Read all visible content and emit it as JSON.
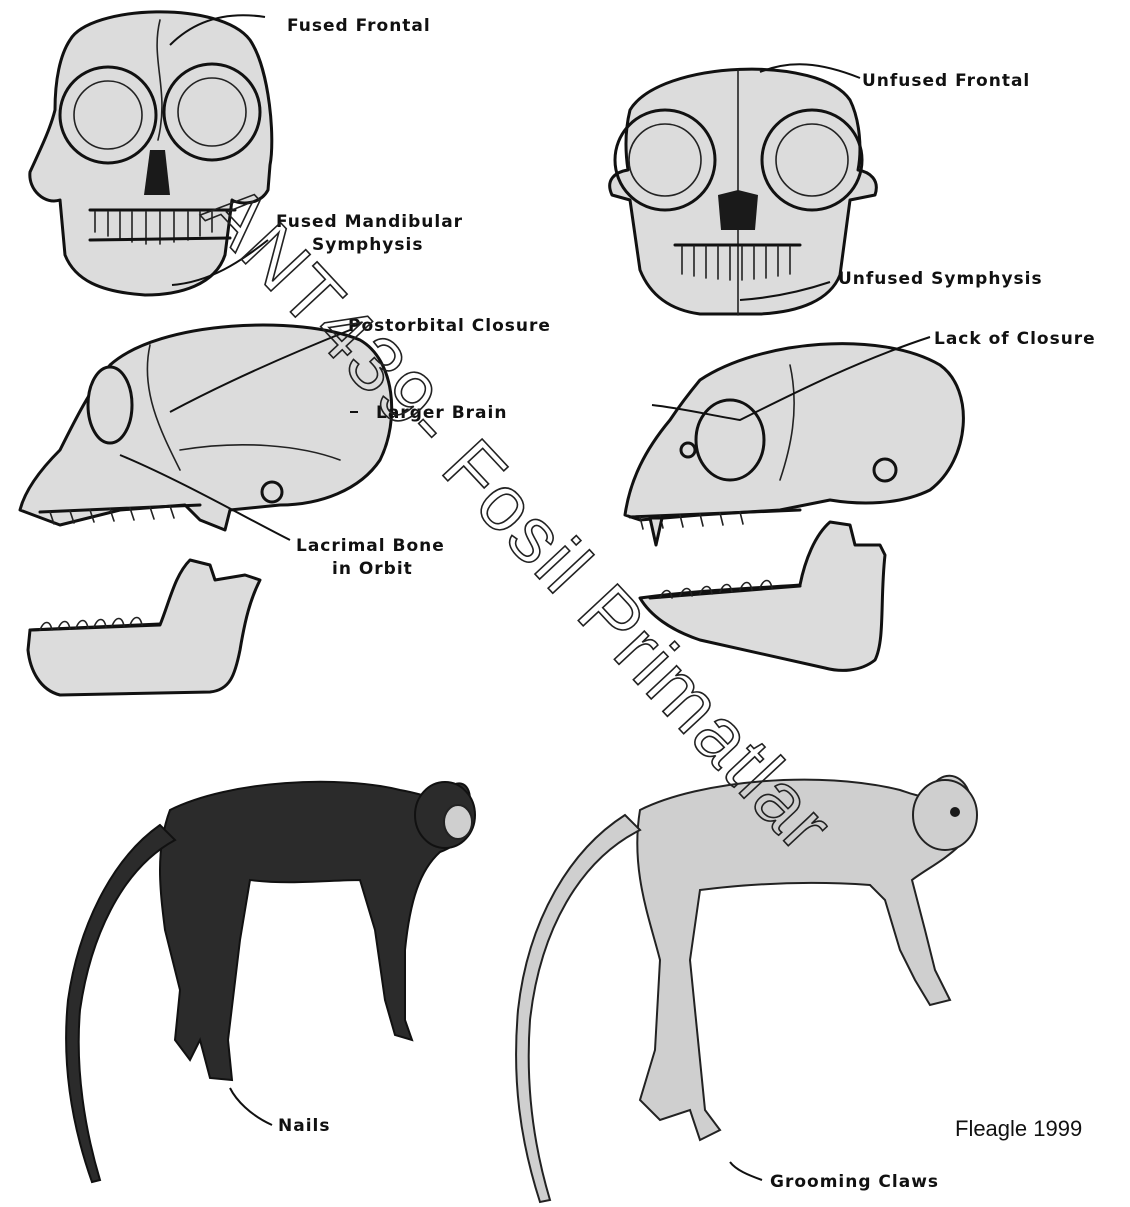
{
  "labels": {
    "fused_frontal": "Fused Frontal",
    "fused_mandibular_1": "Fused Mandibular",
    "fused_mandibular_2": "Symphysis",
    "postorbital_closure": "Postorbital Closure",
    "larger_brain": "Larger Brain",
    "lacrimal_1": "Lacrimal Bone",
    "lacrimal_2": "in Orbit",
    "unfused_frontal": "Unfused Frontal",
    "unfused_symphysis": "Unfused Symphysis",
    "lack_of_closure": "Lack of Closure",
    "nails": "Nails",
    "grooming_claws": "Grooming Claws"
  },
  "caption": "Fleagle 1999",
  "watermark": "ANT439- Fosil Primatlar",
  "colors": {
    "ink": "#111111",
    "bone": "#dcdcdc",
    "fur_dark": "#2b2b2b",
    "fur_light": "#cfcfcf"
  },
  "icons": {
    "left_skull_front": "anthropoid-skull-front-drawing",
    "left_skull_side": "anthropoid-skull-side-drawing",
    "left_mandible": "anthropoid-mandible-drawing",
    "right_skull_front": "prosimian-skull-front-drawing",
    "right_skull_side": "prosimian-skull-side-drawing",
    "right_mandible": "prosimian-mandible-drawing",
    "left_animal": "monkey-drawing",
    "right_animal": "prosimian-drawing"
  }
}
